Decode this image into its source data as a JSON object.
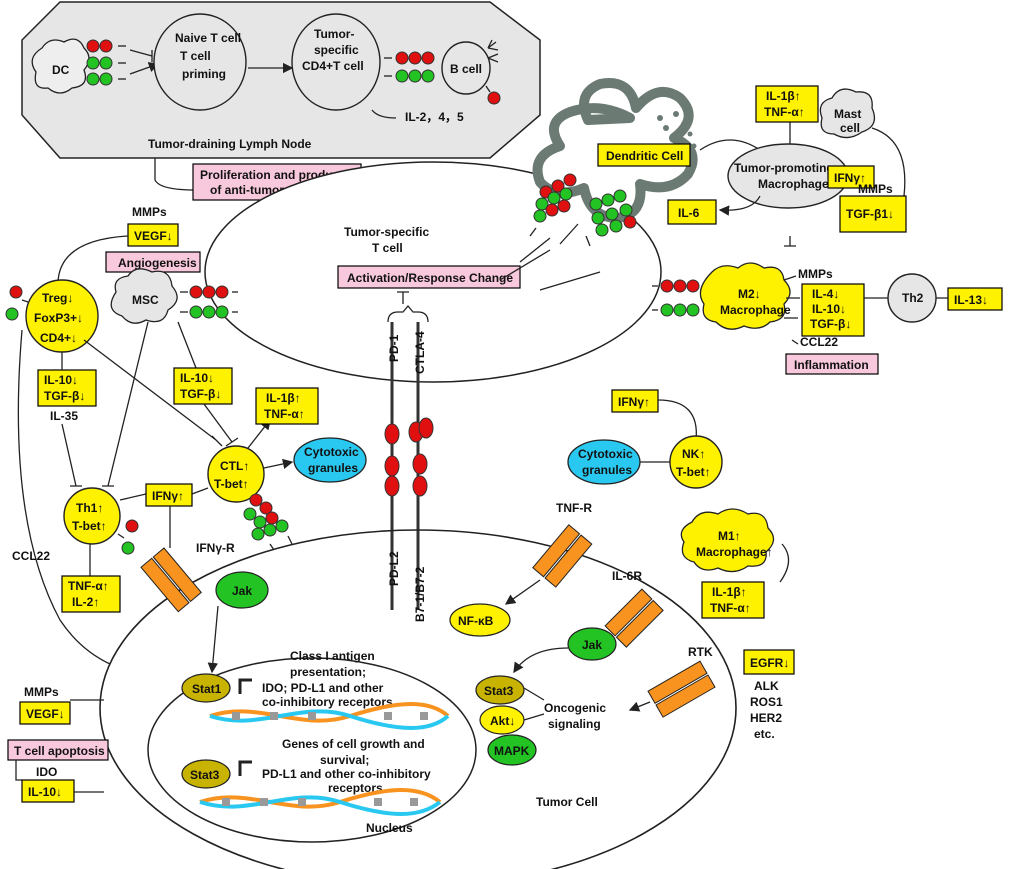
{
  "lymph_node": {
    "title": "Tumor-draining Lymph Node",
    "dc": "DC",
    "naive_1": "Naive T cell",
    "naive_2": "T cell",
    "naive_3": "priming",
    "cd4_1": "Tumor-",
    "cd4_2": "specific",
    "cd4_3": "CD4+T cell",
    "bcell": "B cell",
    "il": "IL-2，4，5"
  },
  "antibodies": {
    "line1": "Proliferation and production",
    "line2": "of anti-tumor antibodies"
  },
  "tcell": {
    "label1": "Tumor-specific",
    "label2": "T cell",
    "activation": "Activation/Response Change",
    "pd1": "PD-1",
    "ctla4": "CTLA-4",
    "pdl2": "PD-L2",
    "b7": "B7-1/B7-2"
  },
  "dendritic": {
    "label": "Dendritic Cell"
  },
  "mast": {
    "line1": "Mast",
    "line2": "cell"
  },
  "tam": {
    "line1": "Tumor-promoting",
    "line2": "Macrophage"
  },
  "cytokines_top": {
    "il1b": "IL-1β↑",
    "tnfa": "TNF-α↑",
    "ifng": "IFNγ↑",
    "mmps": "MMPs",
    "tgfb1": "TGF-β1↓",
    "il6": "IL-6"
  },
  "m2": {
    "line1": "M2↓",
    "line2": "Macrophage",
    "mmps": "MMPs",
    "il4": "IL-4↓",
    "il10": "IL-10↓",
    "tgfb": "TGF-β↓",
    "ccl22": "CCL22",
    "inflammation": "Inflammation",
    "th2": "Th2",
    "il13": "IL-13↓"
  },
  "treg": {
    "mmps": "MMPs",
    "vegf": "VEGF↓",
    "angiogenesis": "Angiogenesis",
    "line1": "Treg↓",
    "line2": "FoxP3+↓",
    "line3": "CD4+↓",
    "il10": "IL-10↓",
    "tgfb": "TGF-β↓",
    "il35": "IL-35"
  },
  "msc": {
    "label": "MSC",
    "il10": "IL-10↓",
    "tgfb": "TGF-β↓"
  },
  "ctl": {
    "il1b": "IL-1β↑",
    "tnfa": "TNF-α↑",
    "line1": "CTL↑",
    "line2": "T-bet↑",
    "granules1": "Cytotoxic",
    "granules2": "granules"
  },
  "th1": {
    "line1": "Th1↑",
    "line2": "T-bet↑",
    "ifng": "IFNγ↑",
    "tnfa": "TNF-α↑",
    "il2": "IL-2↑"
  },
  "nk": {
    "ifng": "IFNγ↑",
    "granules1": "Cytotoxic",
    "granules2": "granules",
    "line1": "NK↑",
    "line2": "T-bet↑"
  },
  "m1": {
    "line1": "M1↑",
    "line2": "Macrophage↑",
    "il1b": "IL-1β↑",
    "tnfa": "TNF-α↑"
  },
  "tumor": {
    "ifngr": "IFNγ-R",
    "jak": "Jak",
    "tnfr": "TNF-R",
    "nfkb": "NF-κB",
    "il6r": "IL-6R",
    "jak2": "Jak",
    "rtk": "RTK",
    "stat1": "Stat1",
    "stat3a": "Stat3",
    "stat3b": "Stat3",
    "akt": "Akt↓",
    "mapk": "MAPK",
    "oncogenic1": "Oncogenic",
    "oncogenic2": "signaling",
    "egfr": "EGFR↓",
    "alk": "ALK",
    "ros1": "ROS1",
    "her2": "HER2",
    "etc": "etc.",
    "class1_1": "Class I antigen",
    "class1_2": "presentation;",
    "class1_3": "IDO; PD-L1 and other",
    "class1_4": "co-inhibitory receptors",
    "growth1": "Genes of cell growth and",
    "growth2": "survival;",
    "growth3": "PD-L1 and other co-inhibitory",
    "growth4": "receptors",
    "nucleus": "Nucleus",
    "label": "Tumor Cell"
  },
  "left_side": {
    "ccl22": "CCL22",
    "mmps": "MMPs",
    "vegf": "VEGF↓",
    "apoptosis": "T cell apoptosis",
    "ido": "IDO",
    "il10": "IL-10↓"
  },
  "colors": {
    "yellow": "#fff200",
    "pink": "#f8c8dc",
    "orange": "#f7931e",
    "green": "#22c322",
    "red": "#e01010",
    "cyan": "#29c8f0",
    "olive": "#c8b400"
  }
}
